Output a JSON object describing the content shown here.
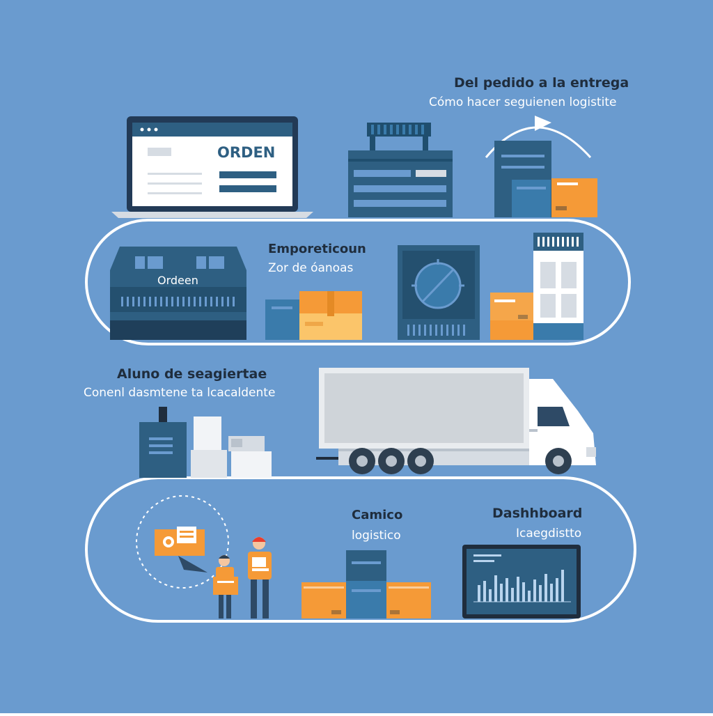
{
  "header": {
    "title": "Del pedido a la entrega",
    "subtitle": "Cómo hacer seguienen logistite"
  },
  "stage1": {
    "laptop_label": "ORDEN"
  },
  "stage2": {
    "warehouse_label": "Ordeen",
    "title": "Emporeticoun",
    "subtitle": "Zor de óanoas"
  },
  "stage3": {
    "title": "Aluno de seagiertae",
    "subtitle": "Conenl dasmtene ta lcacaldente"
  },
  "stage4": {
    "camico_title": "Camico",
    "camico_subtitle": "logistico",
    "dashboard_title": "Dashhboard",
    "dashboard_subtitle": "Icaegdistto"
  },
  "colors": {
    "background": "#6a9bcf",
    "navy": "#2e5f82",
    "orange": "#f59a37",
    "white": "#ffffff"
  }
}
